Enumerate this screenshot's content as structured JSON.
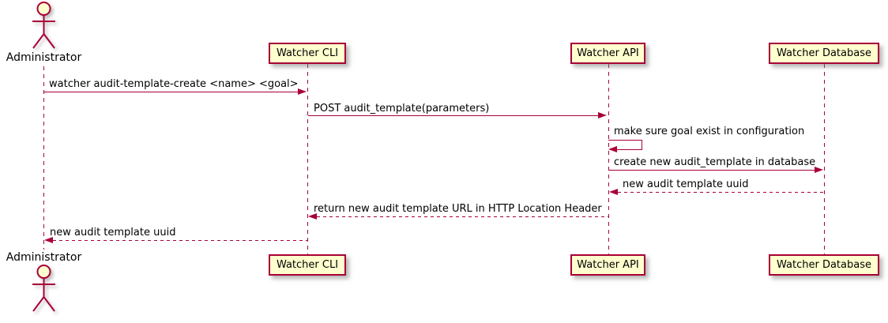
{
  "diagram": {
    "type": "uml-sequence-diagram",
    "colors": {
      "line": "#A80036",
      "participant_fill": "#FEFECE",
      "participant_border": "#A80036",
      "text": "#000000",
      "background": "#FFFFFF"
    }
  },
  "actor": {
    "label": "Administrator"
  },
  "participants": [
    {
      "label": "Watcher CLI"
    },
    {
      "label": "Watcher API"
    },
    {
      "label": "Watcher Database"
    }
  ],
  "messages": [
    {
      "from": "Administrator",
      "to": "Watcher CLI",
      "style": "solid",
      "text": "watcher audit-template-create <name> <goal>"
    },
    {
      "from": "Watcher CLI",
      "to": "Watcher API",
      "style": "solid",
      "text": "POST audit_template(parameters)"
    },
    {
      "from": "Watcher API",
      "to": "Watcher API",
      "style": "solid",
      "self": true,
      "text": "make sure goal exist in configuration"
    },
    {
      "from": "Watcher API",
      "to": "Watcher Database",
      "style": "solid",
      "text": "create new audit_template in database"
    },
    {
      "from": "Watcher Database",
      "to": "Watcher API",
      "style": "dashed",
      "text": "new audit template uuid"
    },
    {
      "from": "Watcher API",
      "to": "Watcher CLI",
      "style": "dashed",
      "text": "return new audit template URL in HTTP Location Header"
    },
    {
      "from": "Watcher CLI",
      "to": "Administrator",
      "style": "dashed",
      "text": "new audit template uuid"
    }
  ]
}
